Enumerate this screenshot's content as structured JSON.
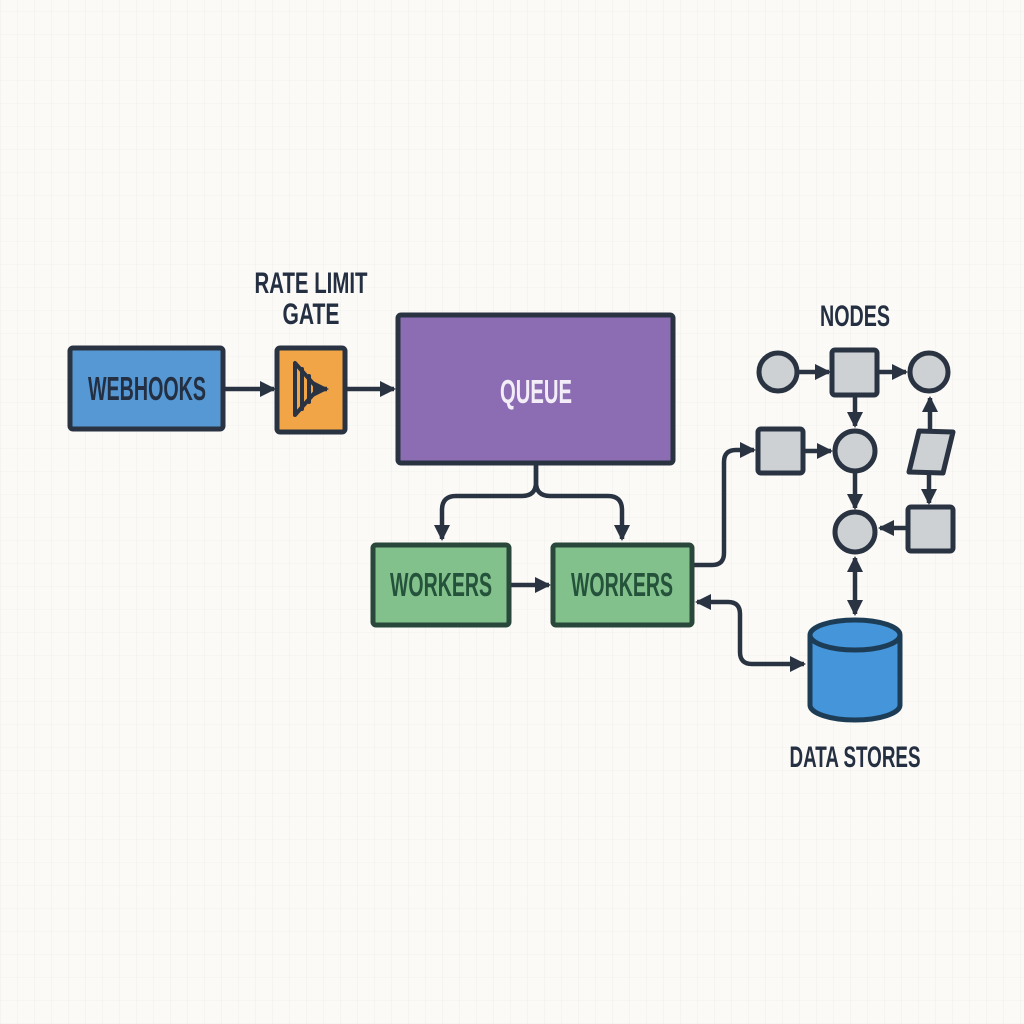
{
  "diagram": {
    "labels": {
      "webhooks": "WEBHOOKS",
      "rate_limit_1": "RATE LIMIT",
      "rate_limit_2": "GATE",
      "queue": "QUEUE",
      "workers_left": "WORKERS",
      "workers_right": "WORKERS",
      "nodes": "NODES",
      "data_stores": "DATA STORES"
    },
    "colors": {
      "background": "#fbfaf7",
      "outline": "#2a3342",
      "webhooks_fill": "#5598d4",
      "gate_fill": "#f2a547",
      "queue_fill": "#8c6db3",
      "workers_fill": "#82c08c",
      "workers_border": "#29473a",
      "workers_text": "#24523a",
      "node_fill": "#cdd1d4",
      "datastore_fill": "#4495da",
      "datastore_border": "#1d3d57",
      "queue_text": "#f2edf7",
      "label_text": "#242f42"
    },
    "structure": {
      "nodes": [
        "webhooks",
        "rate-limit-gate",
        "queue",
        "workers-left",
        "workers-right",
        "nodes-cluster",
        "data-stores"
      ],
      "nodes_cluster_shapes": [
        "circle",
        "square",
        "circle",
        "square",
        "circle",
        "parallelogram",
        "circle",
        "square"
      ],
      "edges": [
        {
          "from": "webhooks",
          "to": "rate-limit-gate"
        },
        {
          "from": "rate-limit-gate",
          "to": "queue"
        },
        {
          "from": "queue",
          "to": "workers-left"
        },
        {
          "from": "queue",
          "to": "workers-right"
        },
        {
          "from": "workers-left",
          "to": "workers-right"
        },
        {
          "from": "workers-right",
          "to": "nodes-cluster-square-mid-left"
        },
        {
          "from": "workers-right",
          "to": "data-stores",
          "bidirectional": true
        },
        {
          "from": "nodes-cluster-circle-bottom",
          "to": "data-stores",
          "bidirectional": true
        },
        {
          "from": "circle-top-left",
          "to": "square-top"
        },
        {
          "from": "square-top",
          "to": "circle-top-right"
        },
        {
          "from": "square-top",
          "to": "circle-mid"
        },
        {
          "from": "square-mid-left",
          "to": "circle-mid"
        },
        {
          "from": "circle-mid",
          "to": "circle-bottom"
        },
        {
          "from": "parallelogram",
          "to": "circle-top-right"
        },
        {
          "from": "parallelogram",
          "to": "square-bottom-right"
        },
        {
          "from": "square-bottom-right",
          "to": "circle-bottom"
        }
      ]
    }
  }
}
